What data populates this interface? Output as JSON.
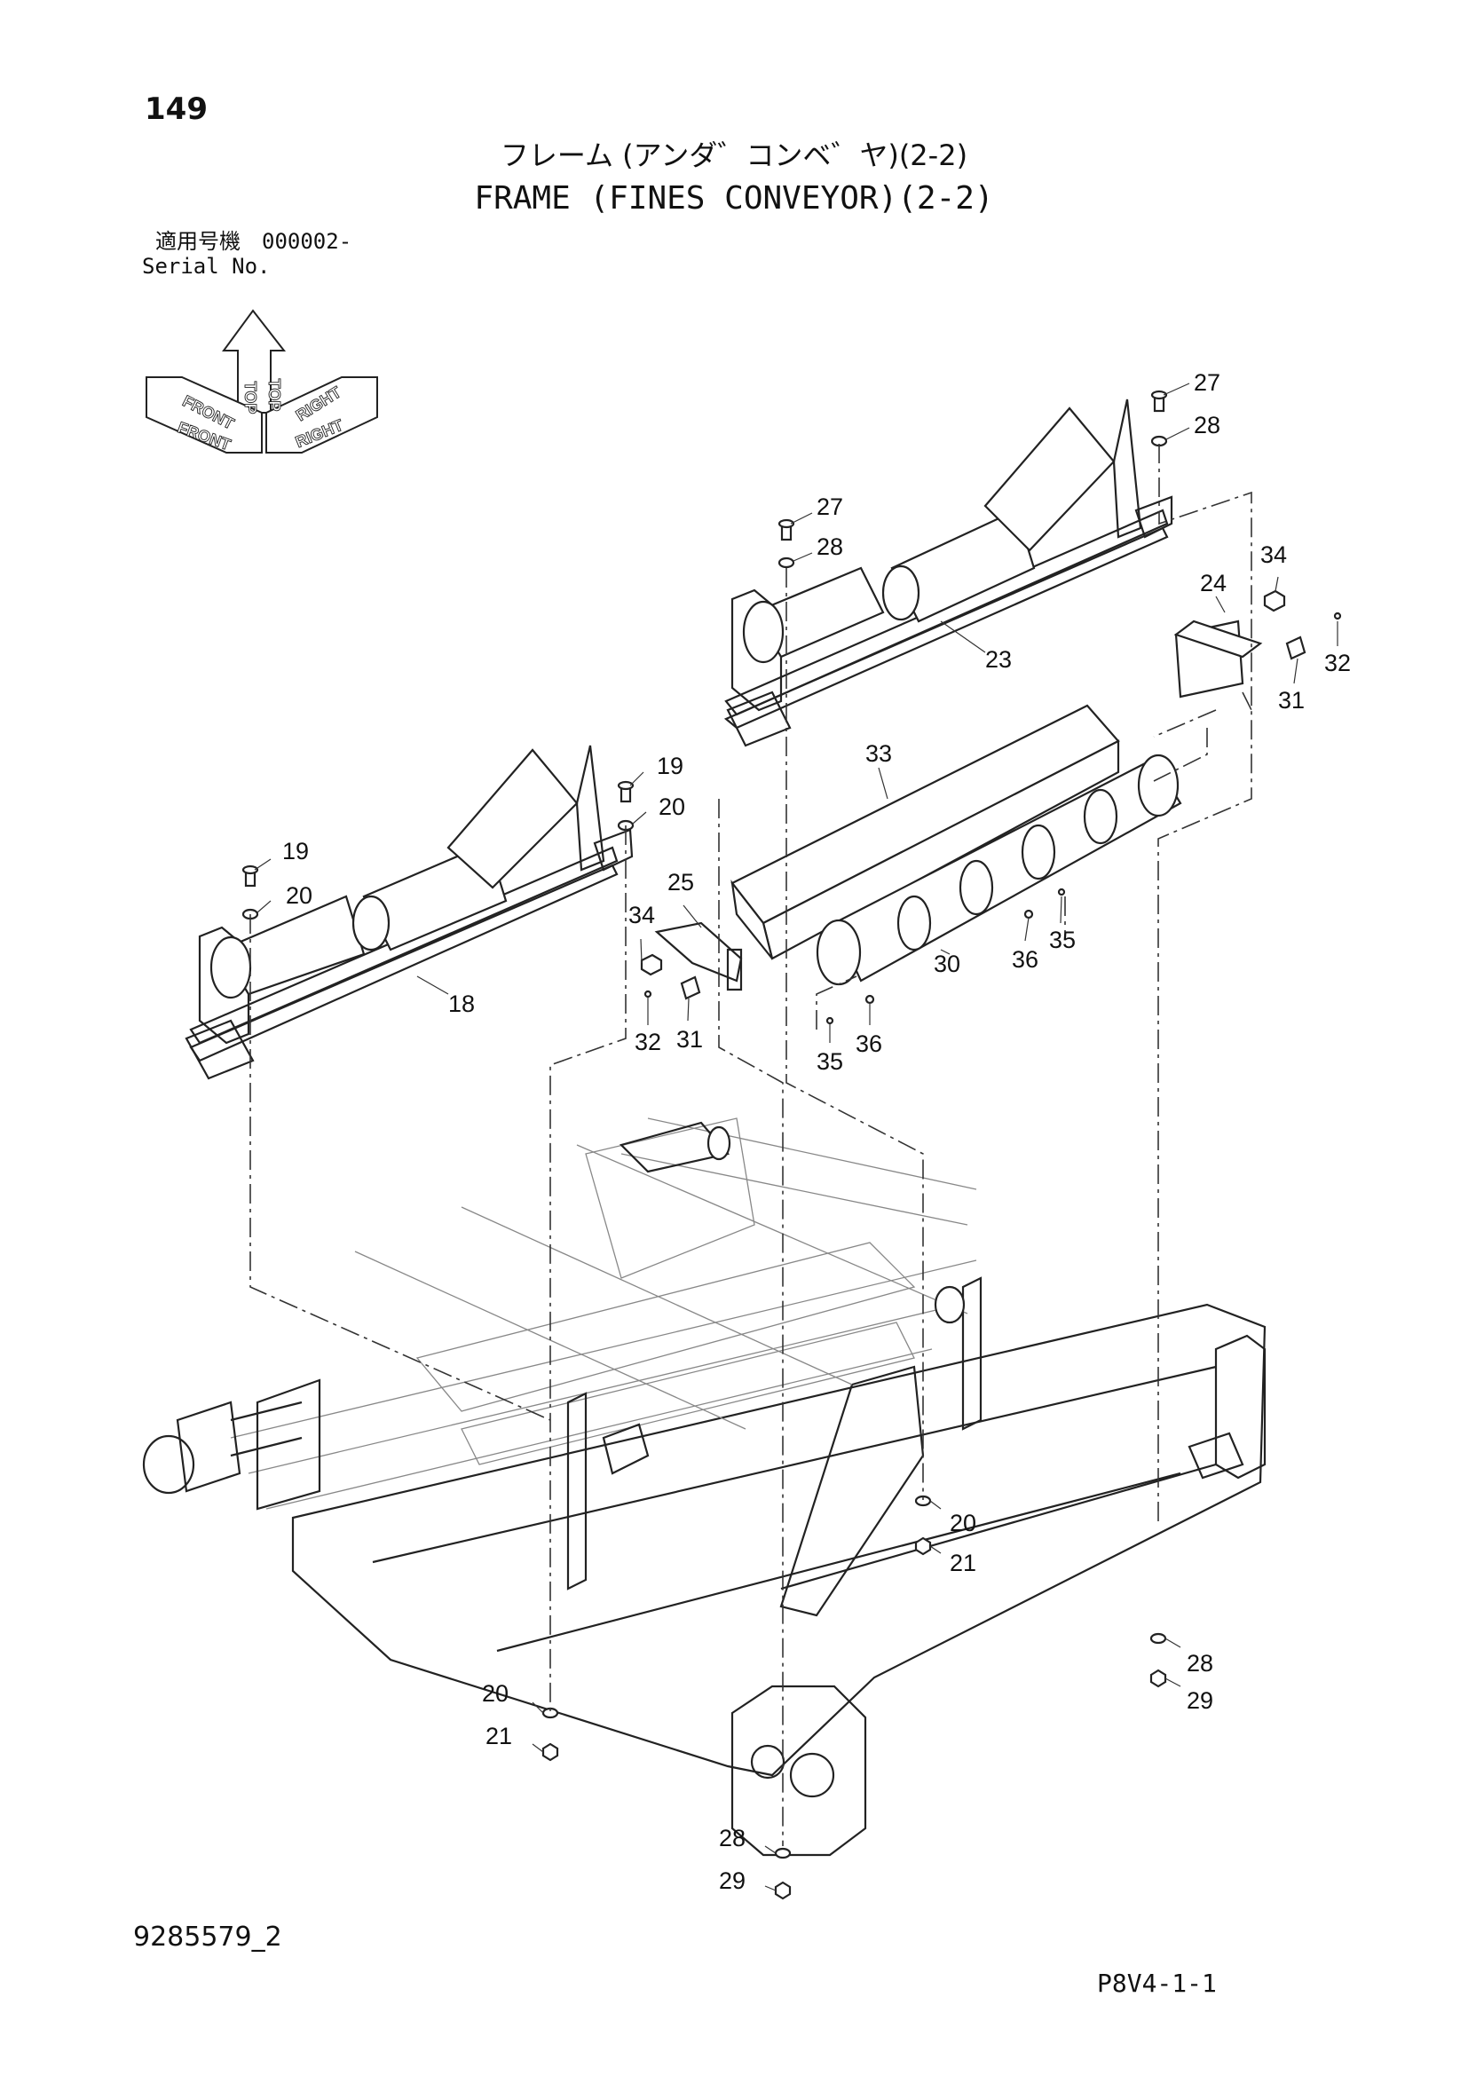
{
  "page_number": "149",
  "title_jp": "フレーム (アンダ゛コンベ゛ヤ)(2-2)",
  "title_en": "FRAME (FINES CONVEYOR)(2-2)",
  "serial": {
    "label_jp": "適用号機",
    "value": "000002-",
    "label_en": "Serial No."
  },
  "orientation": {
    "top": "TOP",
    "front": "FRONT",
    "right": "RIGHT"
  },
  "callouts": [
    {
      "id": "c27a",
      "text": "27"
    },
    {
      "id": "c28a",
      "text": "28"
    },
    {
      "id": "c27b",
      "text": "27"
    },
    {
      "id": "c28b",
      "text": "28"
    },
    {
      "id": "c23",
      "text": "23"
    },
    {
      "id": "c24",
      "text": "24"
    },
    {
      "id": "c34a",
      "text": "34"
    },
    {
      "id": "c32a",
      "text": "32"
    },
    {
      "id": "c31a",
      "text": "31"
    },
    {
      "id": "c33",
      "text": "33"
    },
    {
      "id": "c19a",
      "text": "19"
    },
    {
      "id": "c20a",
      "text": "20"
    },
    {
      "id": "c19b",
      "text": "19"
    },
    {
      "id": "c20b",
      "text": "20"
    },
    {
      "id": "c25",
      "text": "25"
    },
    {
      "id": "c34b",
      "text": "34"
    },
    {
      "id": "c18",
      "text": "18"
    },
    {
      "id": "c30",
      "text": "30"
    },
    {
      "id": "c36a",
      "text": "36"
    },
    {
      "id": "c35a",
      "text": "35"
    },
    {
      "id": "c32b",
      "text": "32"
    },
    {
      "id": "c31b",
      "text": "31"
    },
    {
      "id": "c35b",
      "text": "35"
    },
    {
      "id": "c36b",
      "text": "36"
    },
    {
      "id": "c20c",
      "text": "20"
    },
    {
      "id": "c21a",
      "text": "21"
    },
    {
      "id": "c28c",
      "text": "28"
    },
    {
      "id": "c29a",
      "text": "29"
    },
    {
      "id": "c20d",
      "text": "20"
    },
    {
      "id": "c21b",
      "text": "21"
    },
    {
      "id": "c28d",
      "text": "28"
    },
    {
      "id": "c29b",
      "text": "29"
    }
  ],
  "drawing_number": "9285579_2",
  "sheet_code": "P8V4-1-1"
}
